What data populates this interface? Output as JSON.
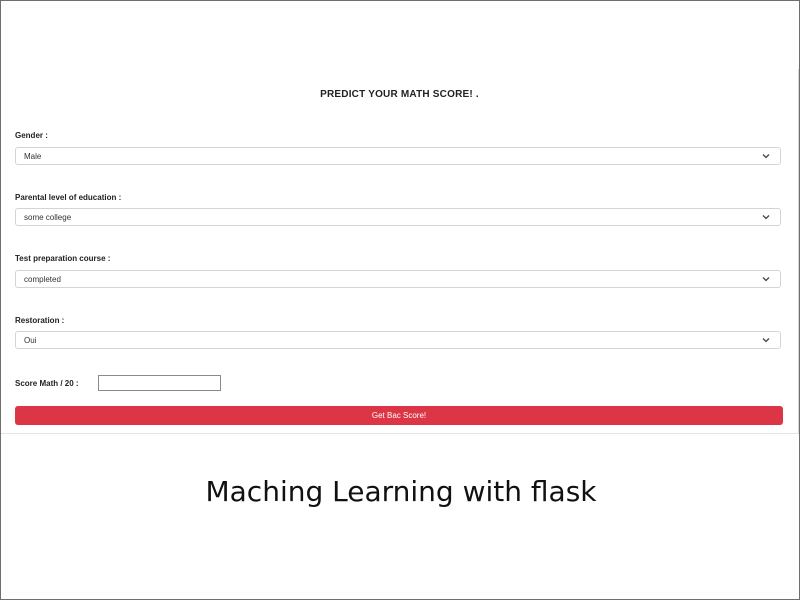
{
  "form": {
    "title": "PREDICT YOUR MATH SCORE! .",
    "gender": {
      "label": "Gender :",
      "selected": "Male"
    },
    "parental_education": {
      "label": "Parental level of education :",
      "selected": "some college"
    },
    "test_preparation": {
      "label": "Test preparation course :",
      "selected": "completed"
    },
    "restoration": {
      "label": "Restoration :",
      "selected": "Oui"
    },
    "score_math": {
      "label": "Score Math / 20 :",
      "value": ""
    },
    "submit_label": "Get Bac Score!"
  },
  "caption": "Maching Learning with flask",
  "colors": {
    "accent": "#dc3545",
    "border": "#d4d4d4",
    "text": "#222222"
  },
  "icons": {
    "select_arrow": "chevron-down-icon"
  }
}
